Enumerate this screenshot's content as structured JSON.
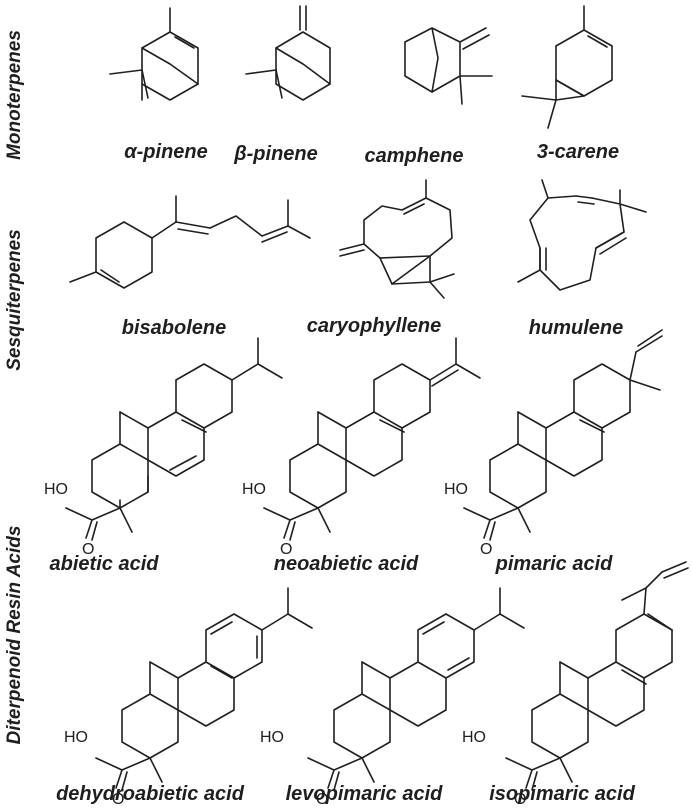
{
  "categories": {
    "monoterpenes": "Monoterpenes",
    "sesquiterpenes": "Sesquiterpenes",
    "diterpenoid": "Diterpenoid Resin Acids"
  },
  "compounds": {
    "a_pinene": "α-pinene",
    "b_pinene": "β-pinene",
    "camphene": "camphene",
    "carene": "3-carene",
    "bisabolene": "bisabolene",
    "caryophyllene": "caryophyllene",
    "humulene": "humulene",
    "abietic": "abietic acid",
    "neoabietic": "neoabietic acid",
    "pimaric": "pimaric acid",
    "dehydroabietic": "dehydroabietic acid",
    "levopimaric": "levopimaric acid",
    "isopimaric": "isopimaric acid"
  },
  "atoms": {
    "ho": "HO",
    "o": "O"
  }
}
